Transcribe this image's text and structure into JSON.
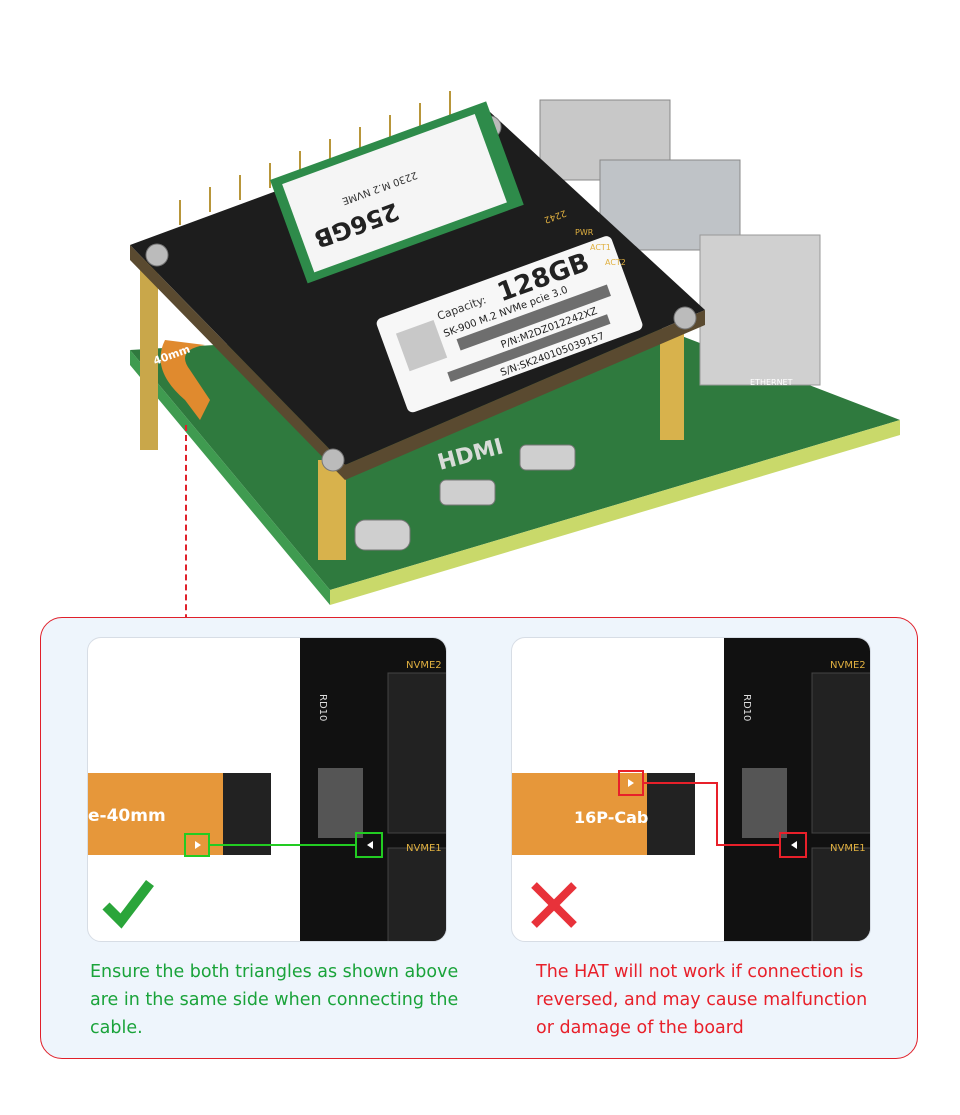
{
  "product_photo": {
    "ssd_top": {
      "capacity": "256GB",
      "model": "2230 M.2 NVME"
    },
    "ssd_bottom": {
      "capacity_label": "Capacity:",
      "capacity": "128GB",
      "model": "SK-900 M.2 NVMe pcie 3.0",
      "pn": "P/N:M2DZ012242XZ",
      "sn": "S/N:SK240105039157"
    },
    "board_labels": {
      "hdmi": "HDMI",
      "ethernet": "ETHERNET",
      "pwr": "PWR",
      "act1": "ACT1",
      "act2": "ACT2",
      "code": "2242",
      "cable": "40mm"
    }
  },
  "correct_example": {
    "cable_text": "e-40mm",
    "nvme1": "NVME1",
    "nvme2": "NVME2",
    "chip": "RD10",
    "status_icon": "check-icon",
    "caption": "Ensure the both triangles as shown above are in the same side when connecting the cable.",
    "color": "#1aa33a"
  },
  "wrong_example": {
    "cable_text": "16P-Cab",
    "nvme1": "NVME1",
    "nvme2": "NVME2",
    "chip": "RD10",
    "status_icon": "cross-icon",
    "caption": "The HAT will not work if connection is reversed, and may cause malfunction or damage of the board",
    "color": "#e8202a"
  }
}
